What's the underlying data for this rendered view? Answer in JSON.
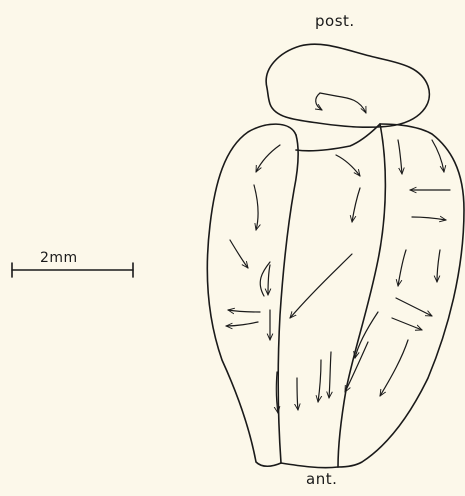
{
  "labels": {
    "top": "post.",
    "bottom": "ant."
  },
  "scale_bar": {
    "text": "2mm"
  },
  "colors": {
    "background": "#fcf8ea",
    "ink": "#1a1a1a"
  }
}
